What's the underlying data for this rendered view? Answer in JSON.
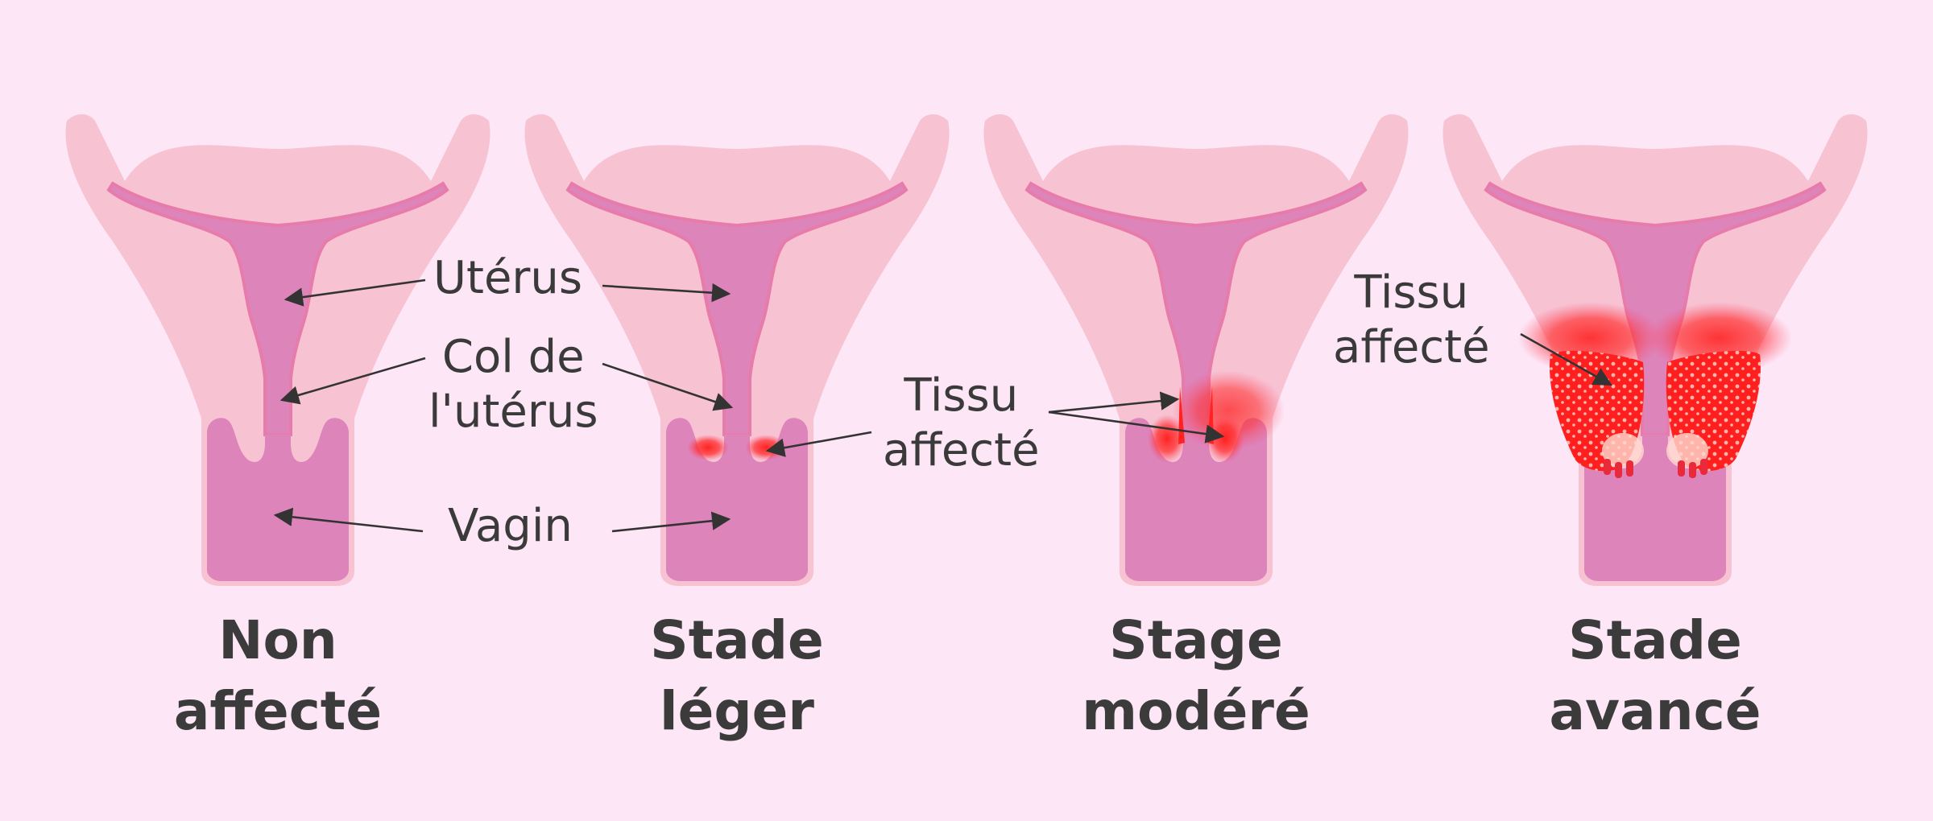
{
  "labels": {
    "uterus": "Utérus",
    "cervix": "Col de\nl'utérus",
    "vagina": "Vagin",
    "affected_tissue_mild": "Tissu\naffecté",
    "affected_tissue_advanced": "Tissu\naffecté"
  },
  "stages": [
    {
      "title": "Non\naffecté"
    },
    {
      "title": "Stade\nléger"
    },
    {
      "title": "Stage\nmodéré"
    },
    {
      "title": "Stade\navancé"
    }
  ],
  "colors": {
    "background": "#fde6f6",
    "outer_tissue": "#f7c3d3",
    "organ": "#dd84bb",
    "organ_edge": "#e77cab",
    "affected": "#ff1f1f",
    "text": "#3a3a3a"
  }
}
